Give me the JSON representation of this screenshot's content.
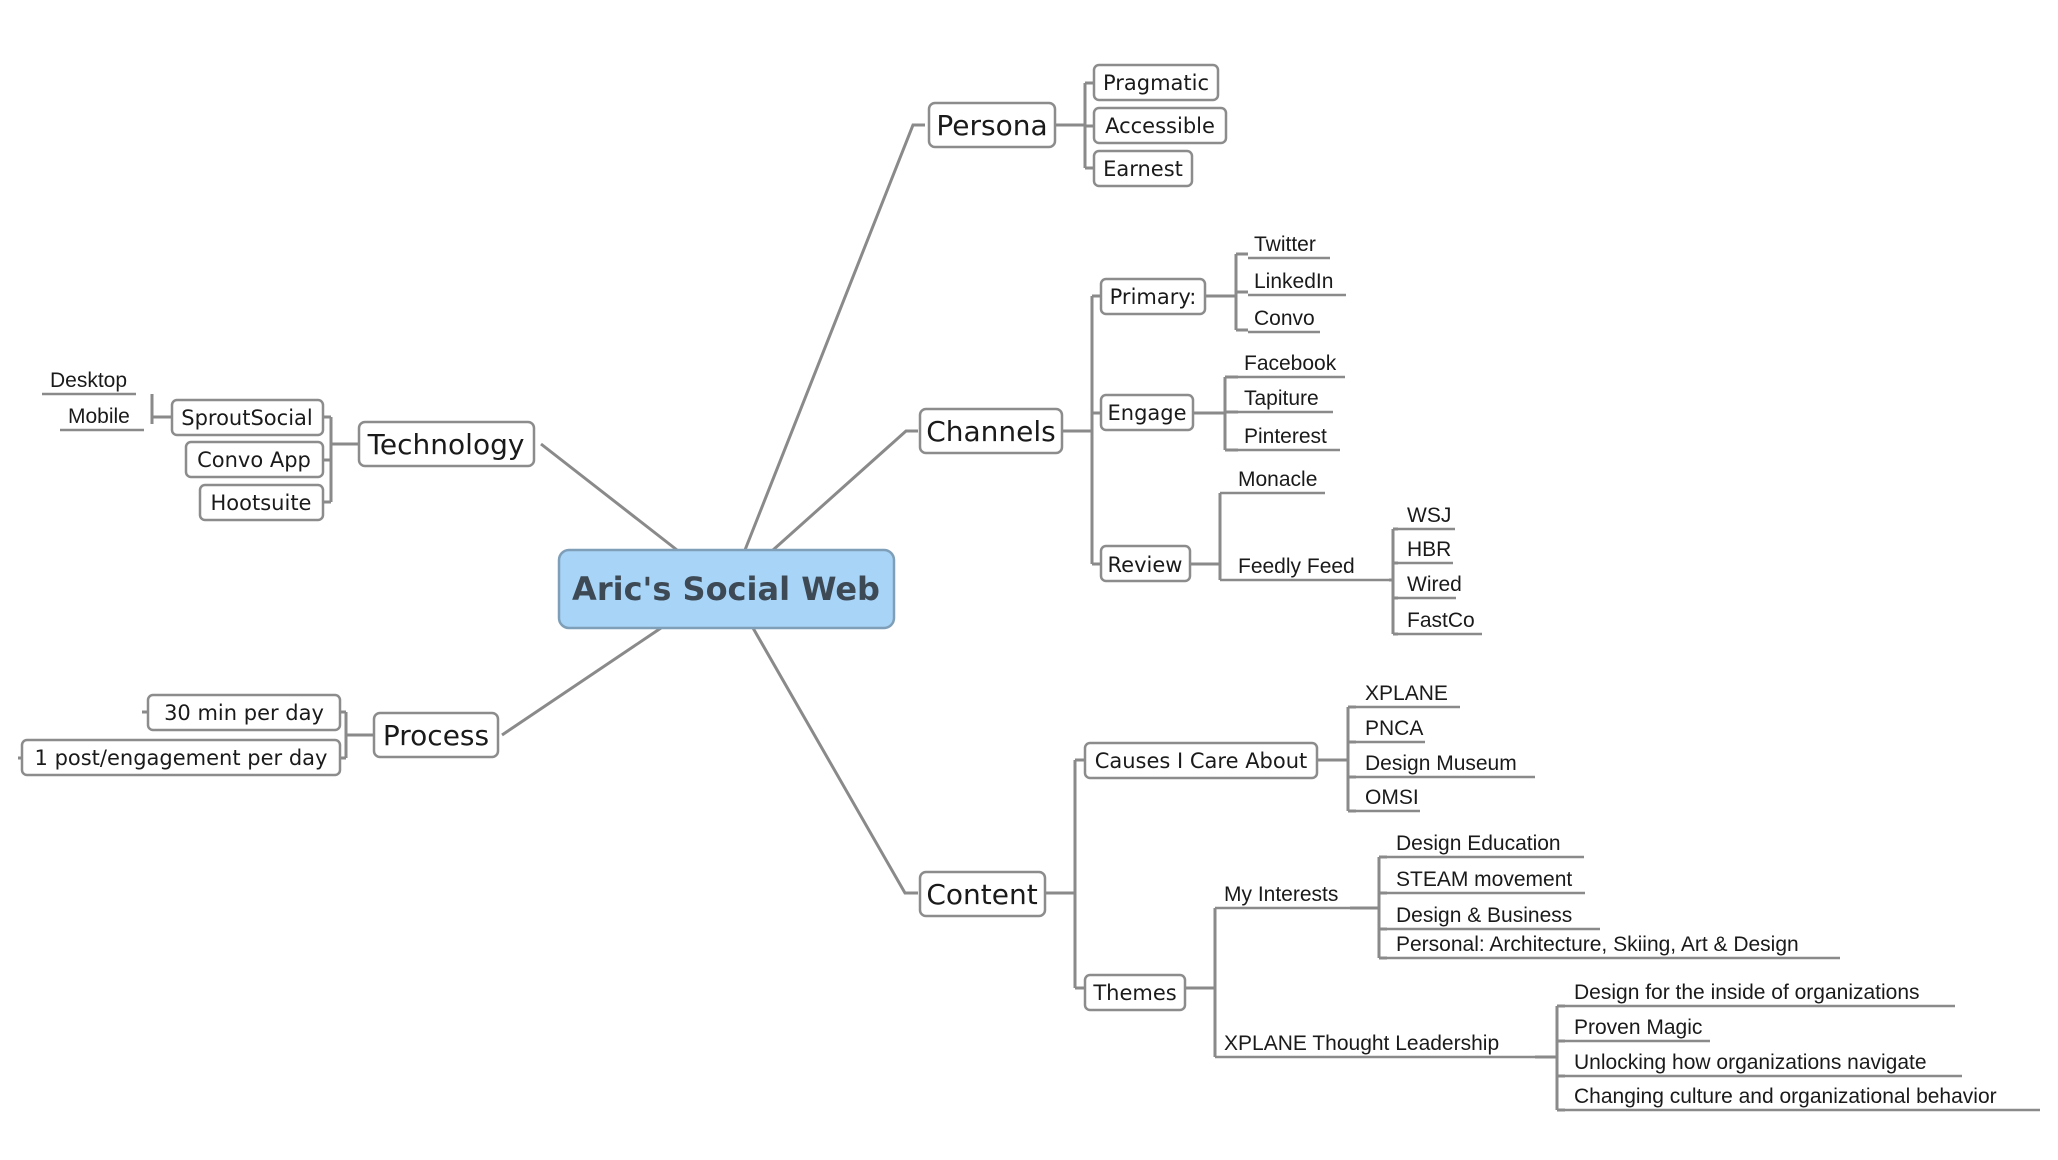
{
  "central": "Aric's Social Web",
  "persona": {
    "label": "Persona",
    "items": [
      "Pragmatic",
      "Accessible",
      "Earnest"
    ]
  },
  "channels": {
    "label": "Channels",
    "primary": {
      "label": "Primary:",
      "items": [
        "Twitter",
        "LinkedIn",
        "Convo"
      ]
    },
    "engage": {
      "label": "Engage",
      "items": [
        "Facebook",
        "Tapiture",
        "Pinterest"
      ]
    },
    "review": {
      "label": "Review",
      "monacle": "Monacle",
      "feedly": {
        "label": "Feedly Feed",
        "items": [
          "WSJ",
          "HBR",
          "Wired",
          "FastCo"
        ]
      }
    }
  },
  "content": {
    "label": "Content",
    "causes": {
      "label": "Causes I Care About",
      "items": [
        "XPLANE",
        "PNCA",
        "Design Museum",
        "OMSI"
      ]
    },
    "themes": {
      "label": "Themes",
      "interests": {
        "label": "My Interests",
        "items": [
          "Design Education",
          "STEAM movement",
          "Design & Business",
          "Personal: Architecture, Skiing, Art & Design"
        ]
      },
      "leadership": {
        "label": "XPLANE Thought Leadership",
        "items": [
          "Design for the inside of organizations",
          "Proven Magic",
          "Unlocking how organizations navigate",
          "Changing culture and organizational behavior"
        ]
      }
    }
  },
  "technology": {
    "label": "Technology",
    "sprout": {
      "label": "SproutSocial",
      "items": [
        "Desktop",
        "Mobile"
      ]
    },
    "convo_app": "Convo App",
    "hootsuite": "Hootsuite"
  },
  "process": {
    "label": "Process",
    "items": [
      "30 min per day",
      "1 post/engagement per day"
    ]
  }
}
